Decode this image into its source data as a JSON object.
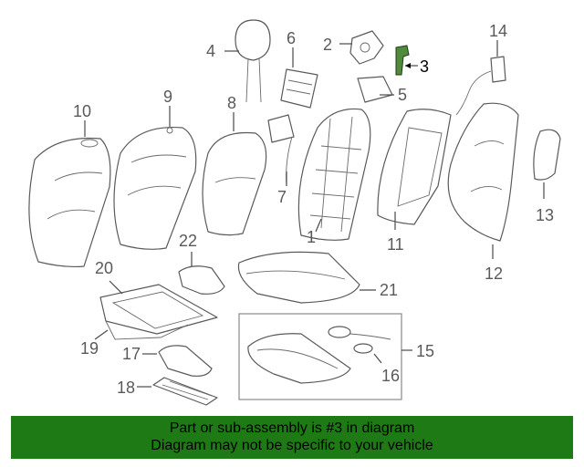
{
  "colors": {
    "banner_bg": "#1e7a14",
    "highlight": "#4f8a3d",
    "line": "#5a5a5a"
  },
  "callouts": {
    "c1": "1",
    "c2": "2",
    "c3": "3",
    "c4": "4",
    "c5": "5",
    "c6": "6",
    "c7": "7",
    "c8": "8",
    "c9": "9",
    "c10": "10",
    "c11": "11",
    "c12": "12",
    "c13": "13",
    "c14": "14",
    "c15": "15",
    "c16": "16",
    "c17": "17",
    "c18": "18",
    "c19": "19",
    "c20": "20",
    "c21": "21",
    "c22": "22"
  },
  "highlighted_part": "3",
  "banner": {
    "line1": "Part or sub-assembly is #3 in diagram",
    "line2": "Diagram may not be specific to your vehicle"
  }
}
